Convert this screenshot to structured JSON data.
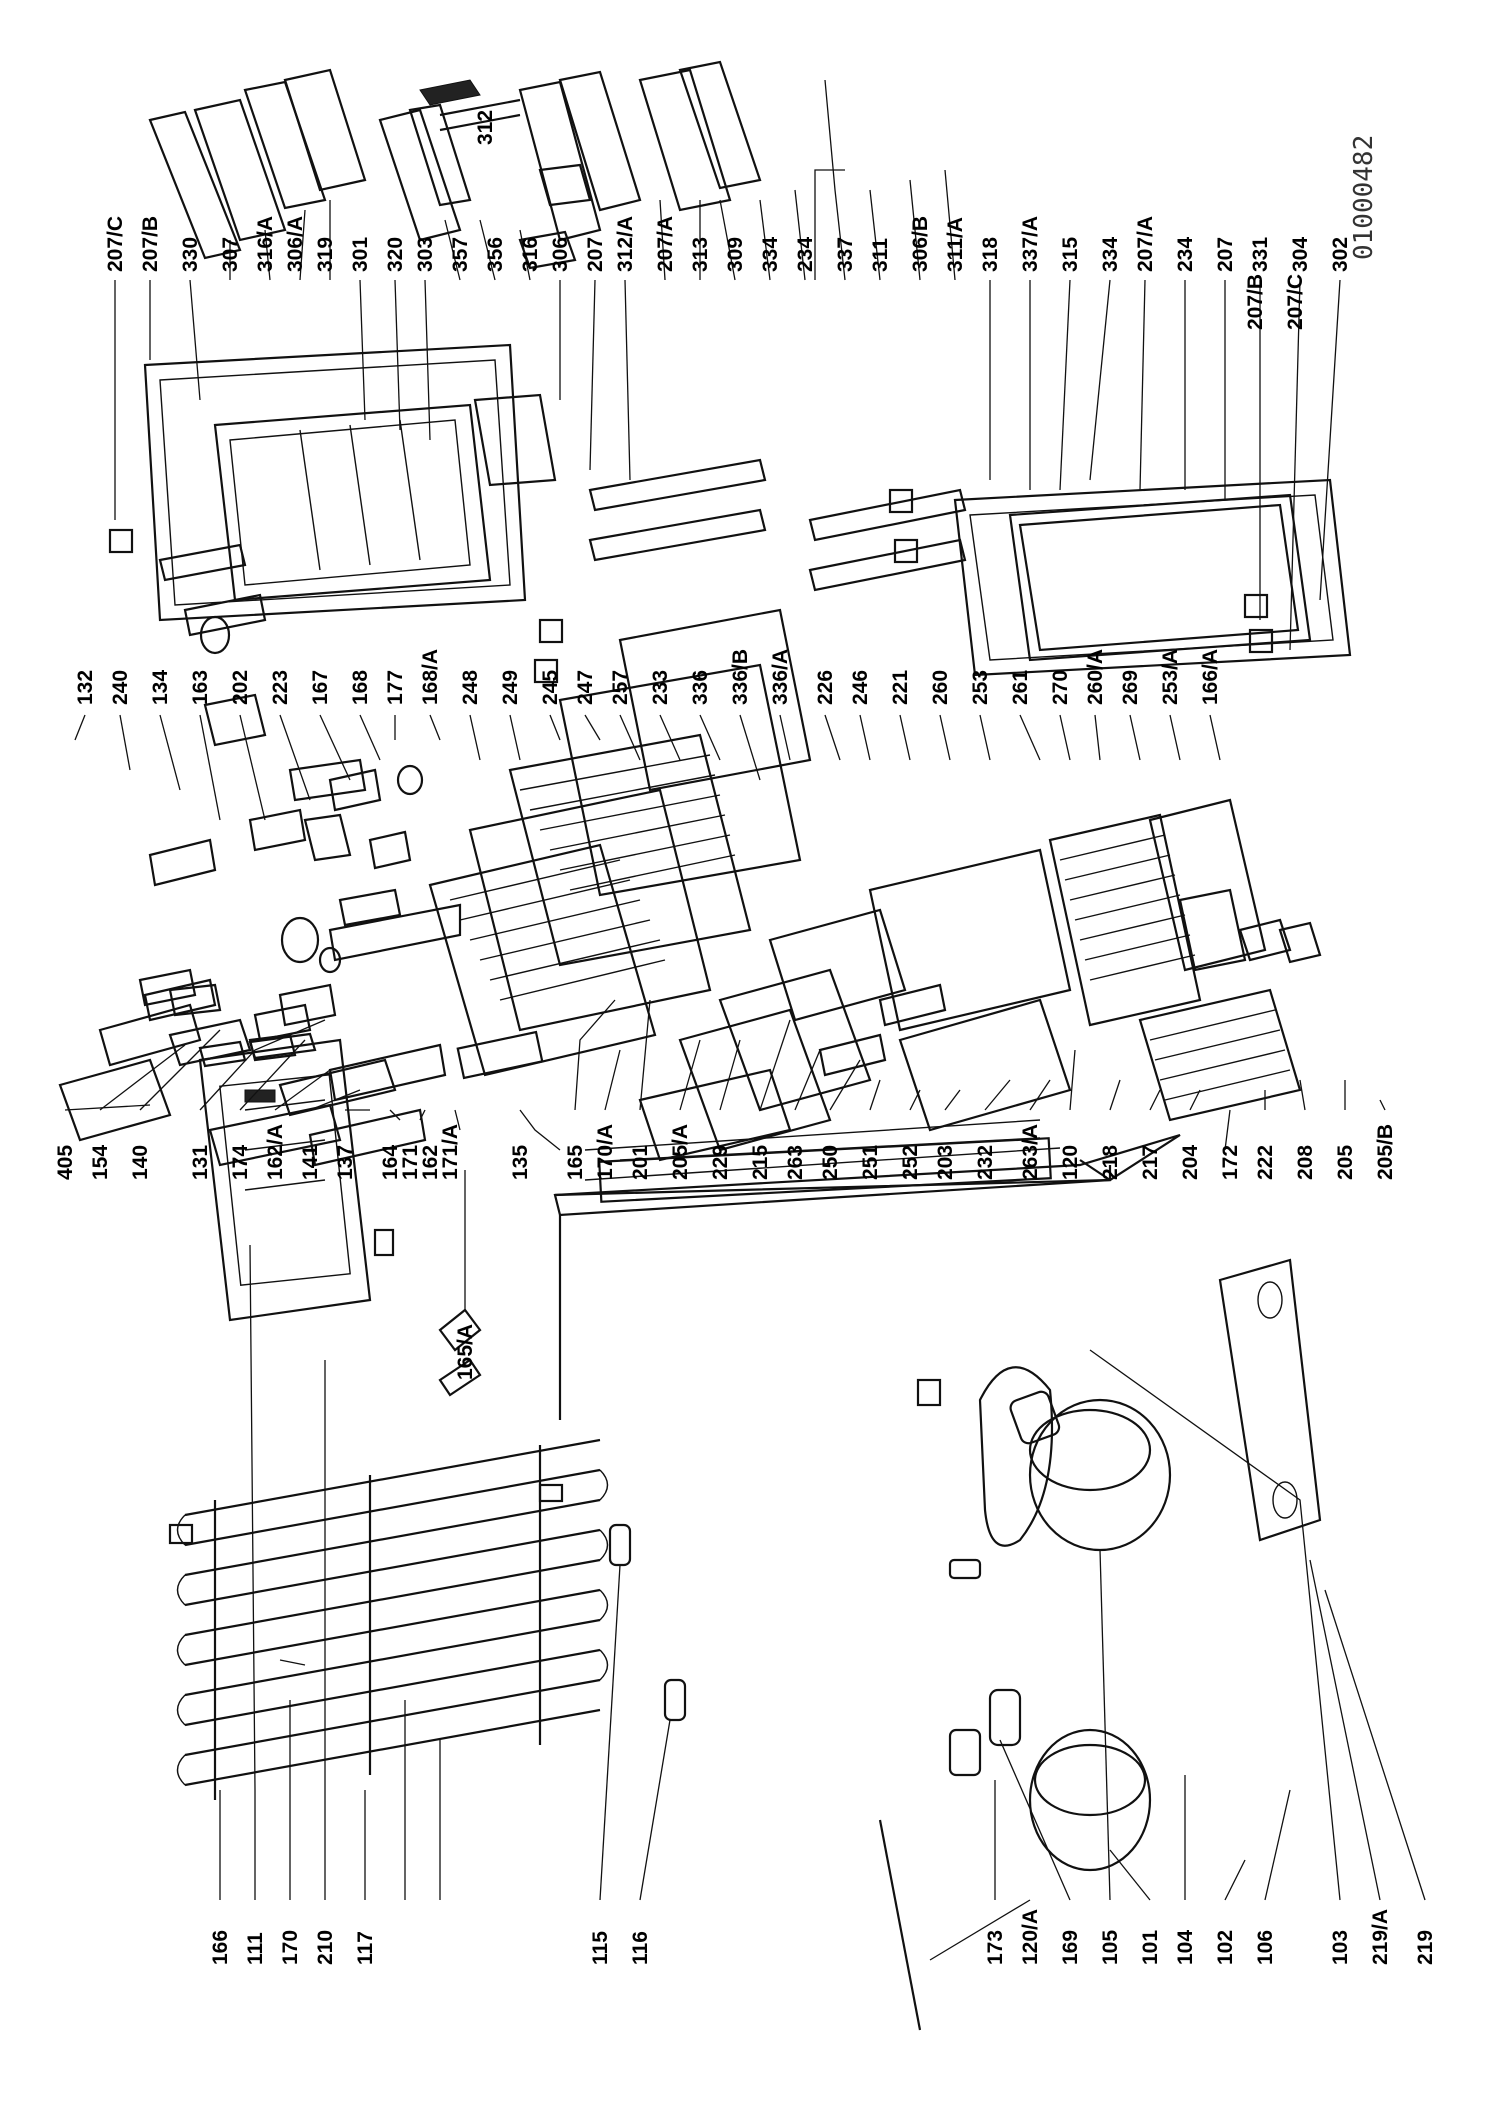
{
  "document_id": "01000482",
  "callouts": {
    "g1": [
      "166",
      "111",
      "170",
      "210",
      "117",
      "115",
      "116"
    ],
    "g2": [
      "173",
      "120/A",
      "169",
      "105",
      "101",
      "104",
      "102",
      "106",
      "103",
      "219/A",
      "219"
    ],
    "g3": [
      "405",
      "154",
      "140",
      "131",
      "174",
      "162/A",
      "141",
      "137",
      "164",
      "171",
      "162",
      "171/A",
      "165/A",
      "135",
      "165",
      "170/A",
      "201",
      "205/A",
      "229",
      "215",
      "263",
      "250",
      "251",
      "252",
      "203",
      "232",
      "263/A",
      "120",
      "218",
      "217",
      "204",
      "172",
      "222",
      "208",
      "205",
      "205/B"
    ],
    "g4": [
      "132",
      "240",
      "134",
      "163",
      "202",
      "223",
      "167",
      "168",
      "177",
      "168/A",
      "248",
      "249",
      "245",
      "247",
      "257",
      "233",
      "336",
      "336/B",
      "336/A",
      "226",
      "246",
      "221",
      "260",
      "253",
      "261",
      "270",
      "260/A",
      "269",
      "253/A",
      "166/A"
    ],
    "g5": [
      "207/C",
      "207/B",
      "330",
      "307",
      "316/A",
      "306/A",
      "319",
      "301",
      "320",
      "303",
      "357",
      "356",
      "316",
      "306",
      "207",
      "312/A",
      "207/A",
      "313",
      "309",
      "334",
      "234",
      "337",
      "311",
      "306/B",
      "311/A",
      "318",
      "337/A",
      "315",
      "334",
      "207/A",
      "234",
      "207",
      "331",
      "304",
      "302",
      "207/B",
      "207/C"
    ],
    "top": [
      "312"
    ]
  }
}
